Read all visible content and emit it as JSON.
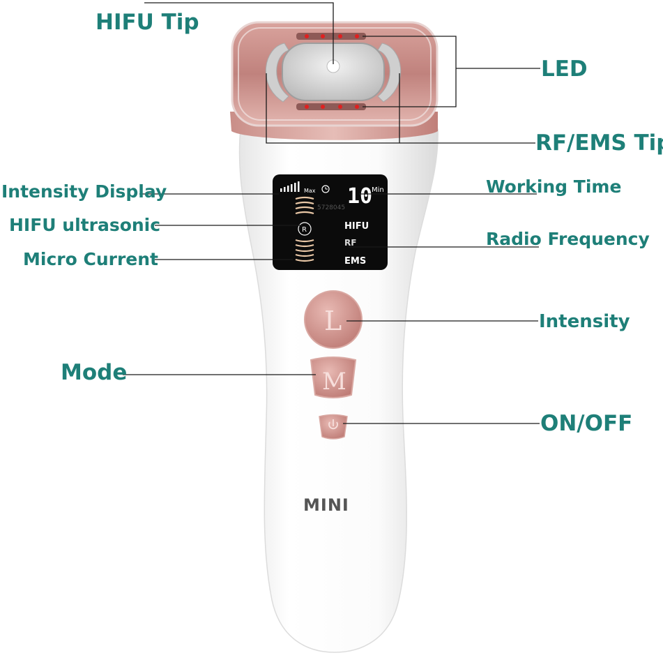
{
  "labels": {
    "hifu_tip": "HIFU Tip",
    "led": "LED",
    "rf_ems_tip": "RF/EMS Tip",
    "intensity_display": "Intensity Display",
    "working_time": "Working Time",
    "hifu_ultrasonic": "HIFU ultrasonic",
    "radio_frequency": "Radio Frequency",
    "micro_current": "Micro Current",
    "intensity": "Intensity",
    "mode": "Mode",
    "on_off": "ON/OFF"
  },
  "device": {
    "display": {
      "max_label": "Max",
      "time_value": "10",
      "time_unit": "Min",
      "serial": "5728045",
      "mode_hifu": "HIFU",
      "mode_rf": "RF",
      "mode_ems": "EMS",
      "r_badge": "R"
    },
    "buttons": {
      "intensity_glyph": "L",
      "mode_glyph": "M"
    },
    "logo": "MINI"
  },
  "colors": {
    "label_teal": "#1e7f78",
    "rose_gold": "#c88a86",
    "device_white": "#f4f4f4",
    "lcd_black": "#0b0b0b",
    "led_red": "#e02020"
  }
}
